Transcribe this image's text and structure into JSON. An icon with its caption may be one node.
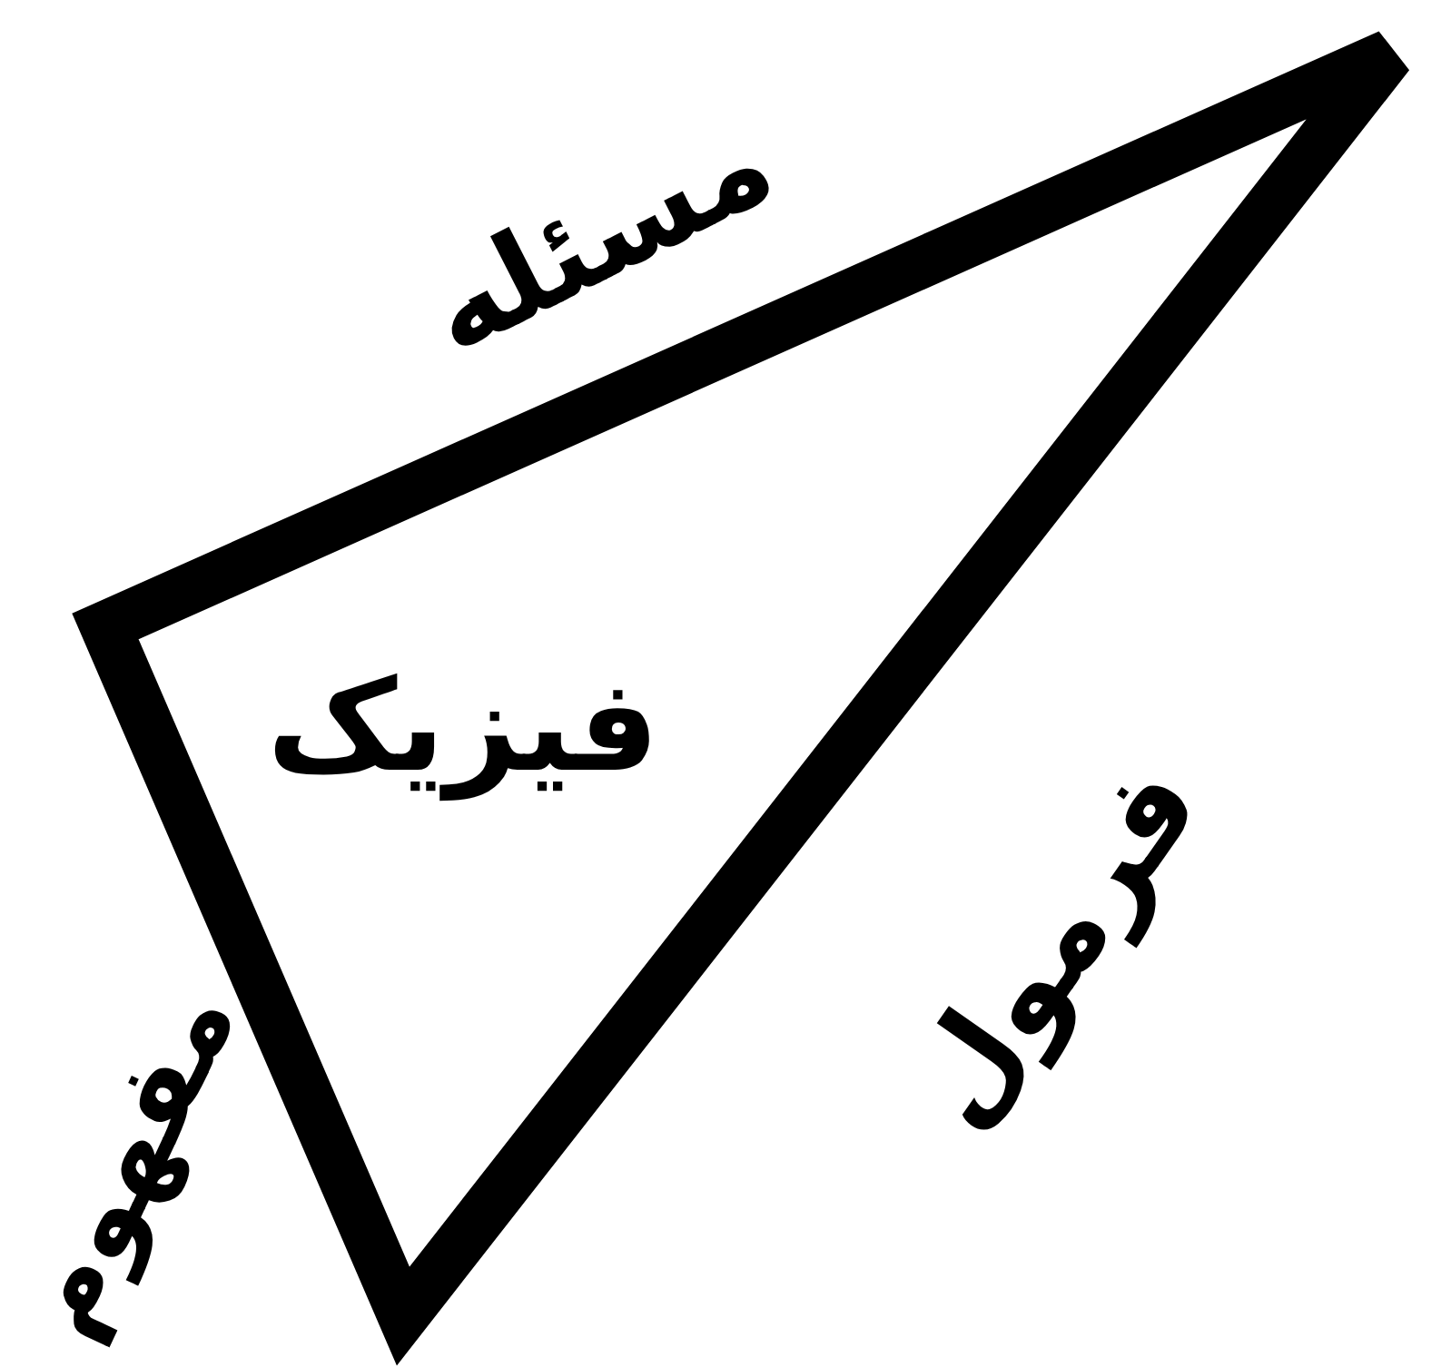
{
  "diagram": {
    "nodes": [
      {
        "text": [
          "فیزیک"
        ]
      }
    ],
    "labels": [
      "مسئله",
      "فرمول",
      "مفهوم"
    ]
  }
}
